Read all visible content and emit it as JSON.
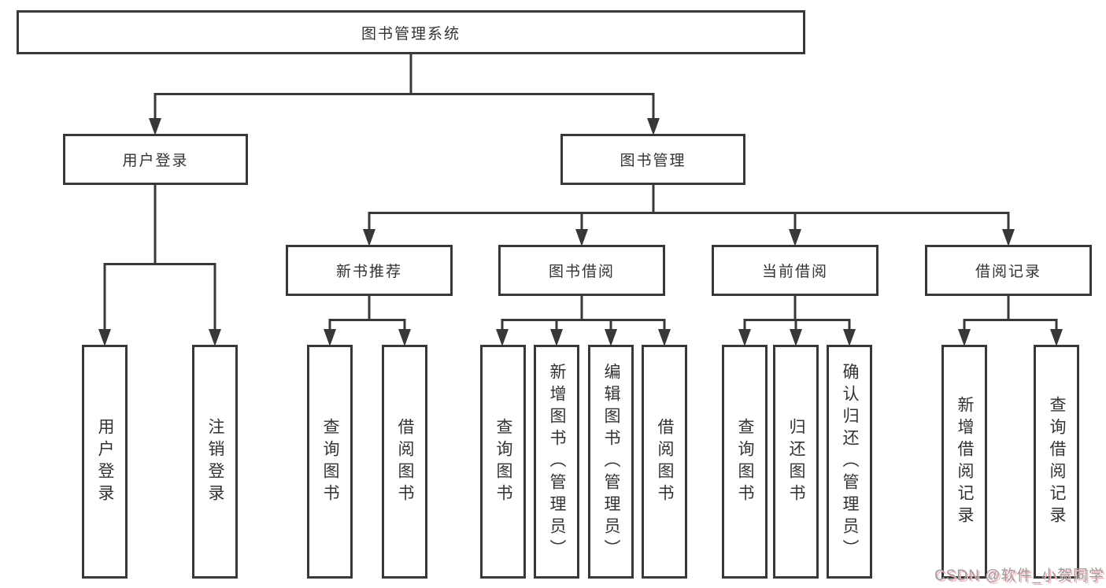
{
  "diagram": {
    "root": {
      "label": "图书管理系统"
    },
    "branches": [
      {
        "label": "用户登录",
        "children": [
          {
            "label": "用户登录"
          },
          {
            "label": "注销登录"
          }
        ]
      },
      {
        "label": "图书管理",
        "children": [
          {
            "label": "新书推荐",
            "children": [
              {
                "label": "查询图书"
              },
              {
                "label": "借阅图书"
              }
            ]
          },
          {
            "label": "图书借阅",
            "children": [
              {
                "label": "查询图书"
              },
              {
                "label": "新增图书（管理员）"
              },
              {
                "label": "编辑图书（管理员）"
              },
              {
                "label": "借阅图书"
              }
            ]
          },
          {
            "label": "当前借阅",
            "children": [
              {
                "label": "查询图书"
              },
              {
                "label": "归还图书"
              },
              {
                "label": "确认归还（管理员）"
              }
            ]
          },
          {
            "label": "借阅记录",
            "children": [
              {
                "label": "新增借阅记录"
              },
              {
                "label": "查询借阅记录"
              }
            ]
          }
        ]
      }
    ]
  },
  "watermark": {
    "text": "CSDN @软件_小贺同学"
  },
  "colors": {
    "line": "#383838",
    "node_text": "#333333",
    "watermark_gray": "#9e9e9e",
    "watermark_pink": "#f8b4bc"
  }
}
